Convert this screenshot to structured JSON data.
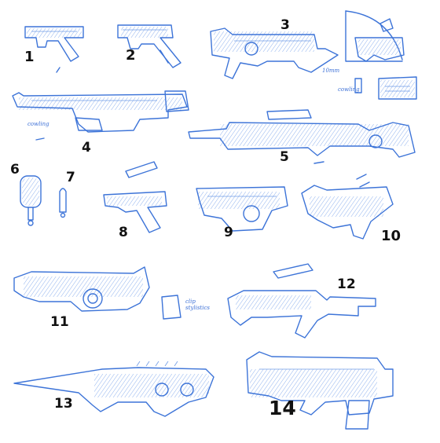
{
  "sheet": {
    "labels": [
      "1",
      "2",
      "3",
      "4",
      "5",
      "6",
      "7",
      "8",
      "9",
      "10",
      "11",
      "12",
      "13",
      "14"
    ],
    "notes": {
      "n3_caliber": "10mm",
      "n3_cowl": "cowling",
      "n4_cowl": "cowling",
      "n11_clip": "clip stylistics"
    }
  }
}
